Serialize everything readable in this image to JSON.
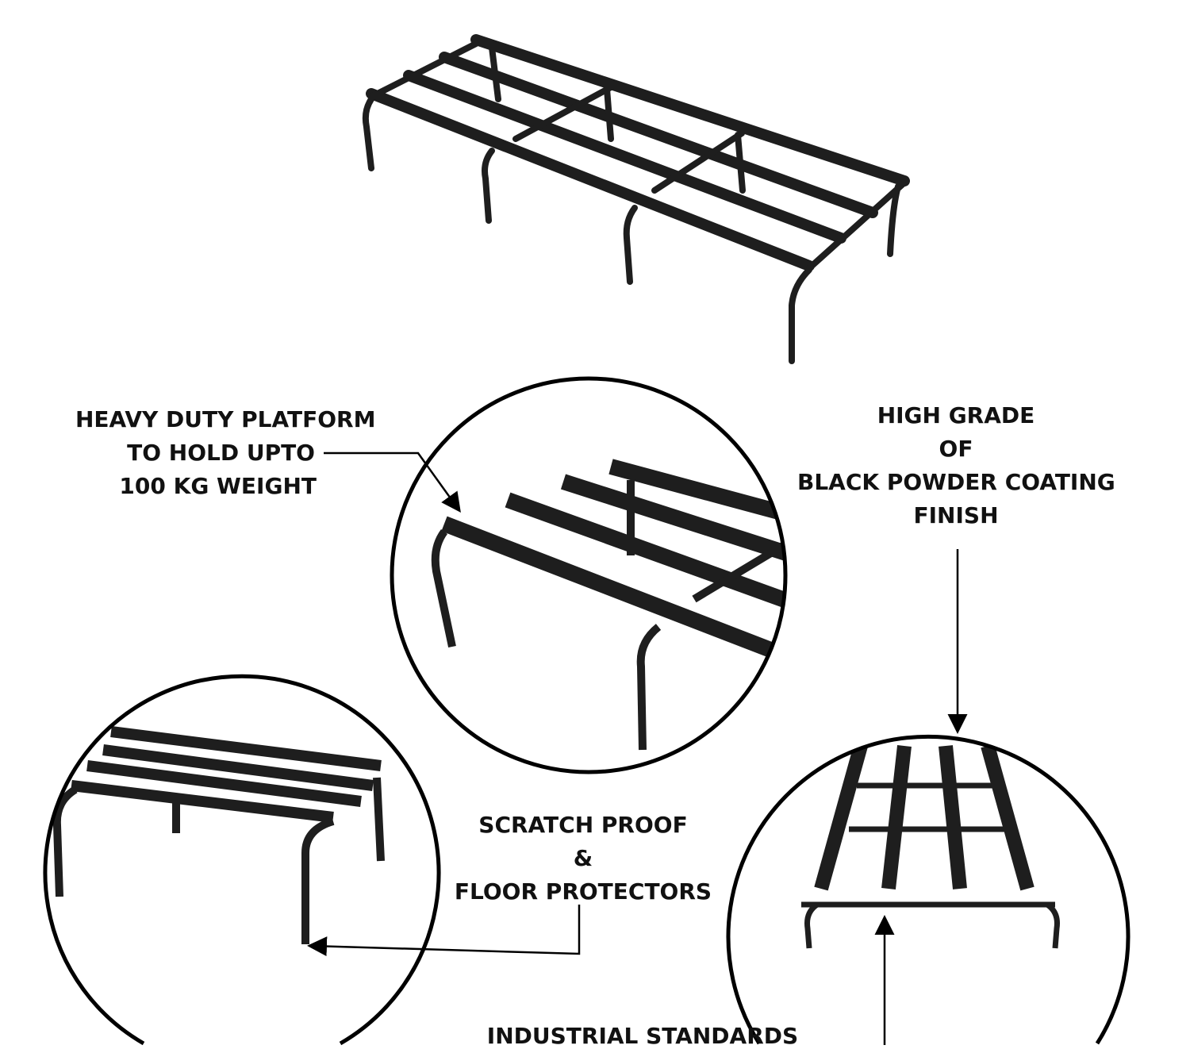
{
  "callouts": {
    "heavy_duty": [
      "HEAVY DUTY PLATFORM",
      "TO HOLD UPTO",
      "100 KG WEIGHT"
    ],
    "coating": [
      "HIGH GRADE",
      "OF",
      "BLACK POWDER COATING",
      "FINISH"
    ],
    "scratch": [
      "SCRATCH PROOF",
      "&",
      "FLOOR PROTECTORS"
    ],
    "industrial": "INDUSTRIAL STANDARDS"
  },
  "colors": {
    "product": "#1e1e1e",
    "background": "#ffffff",
    "line": "#000000"
  }
}
